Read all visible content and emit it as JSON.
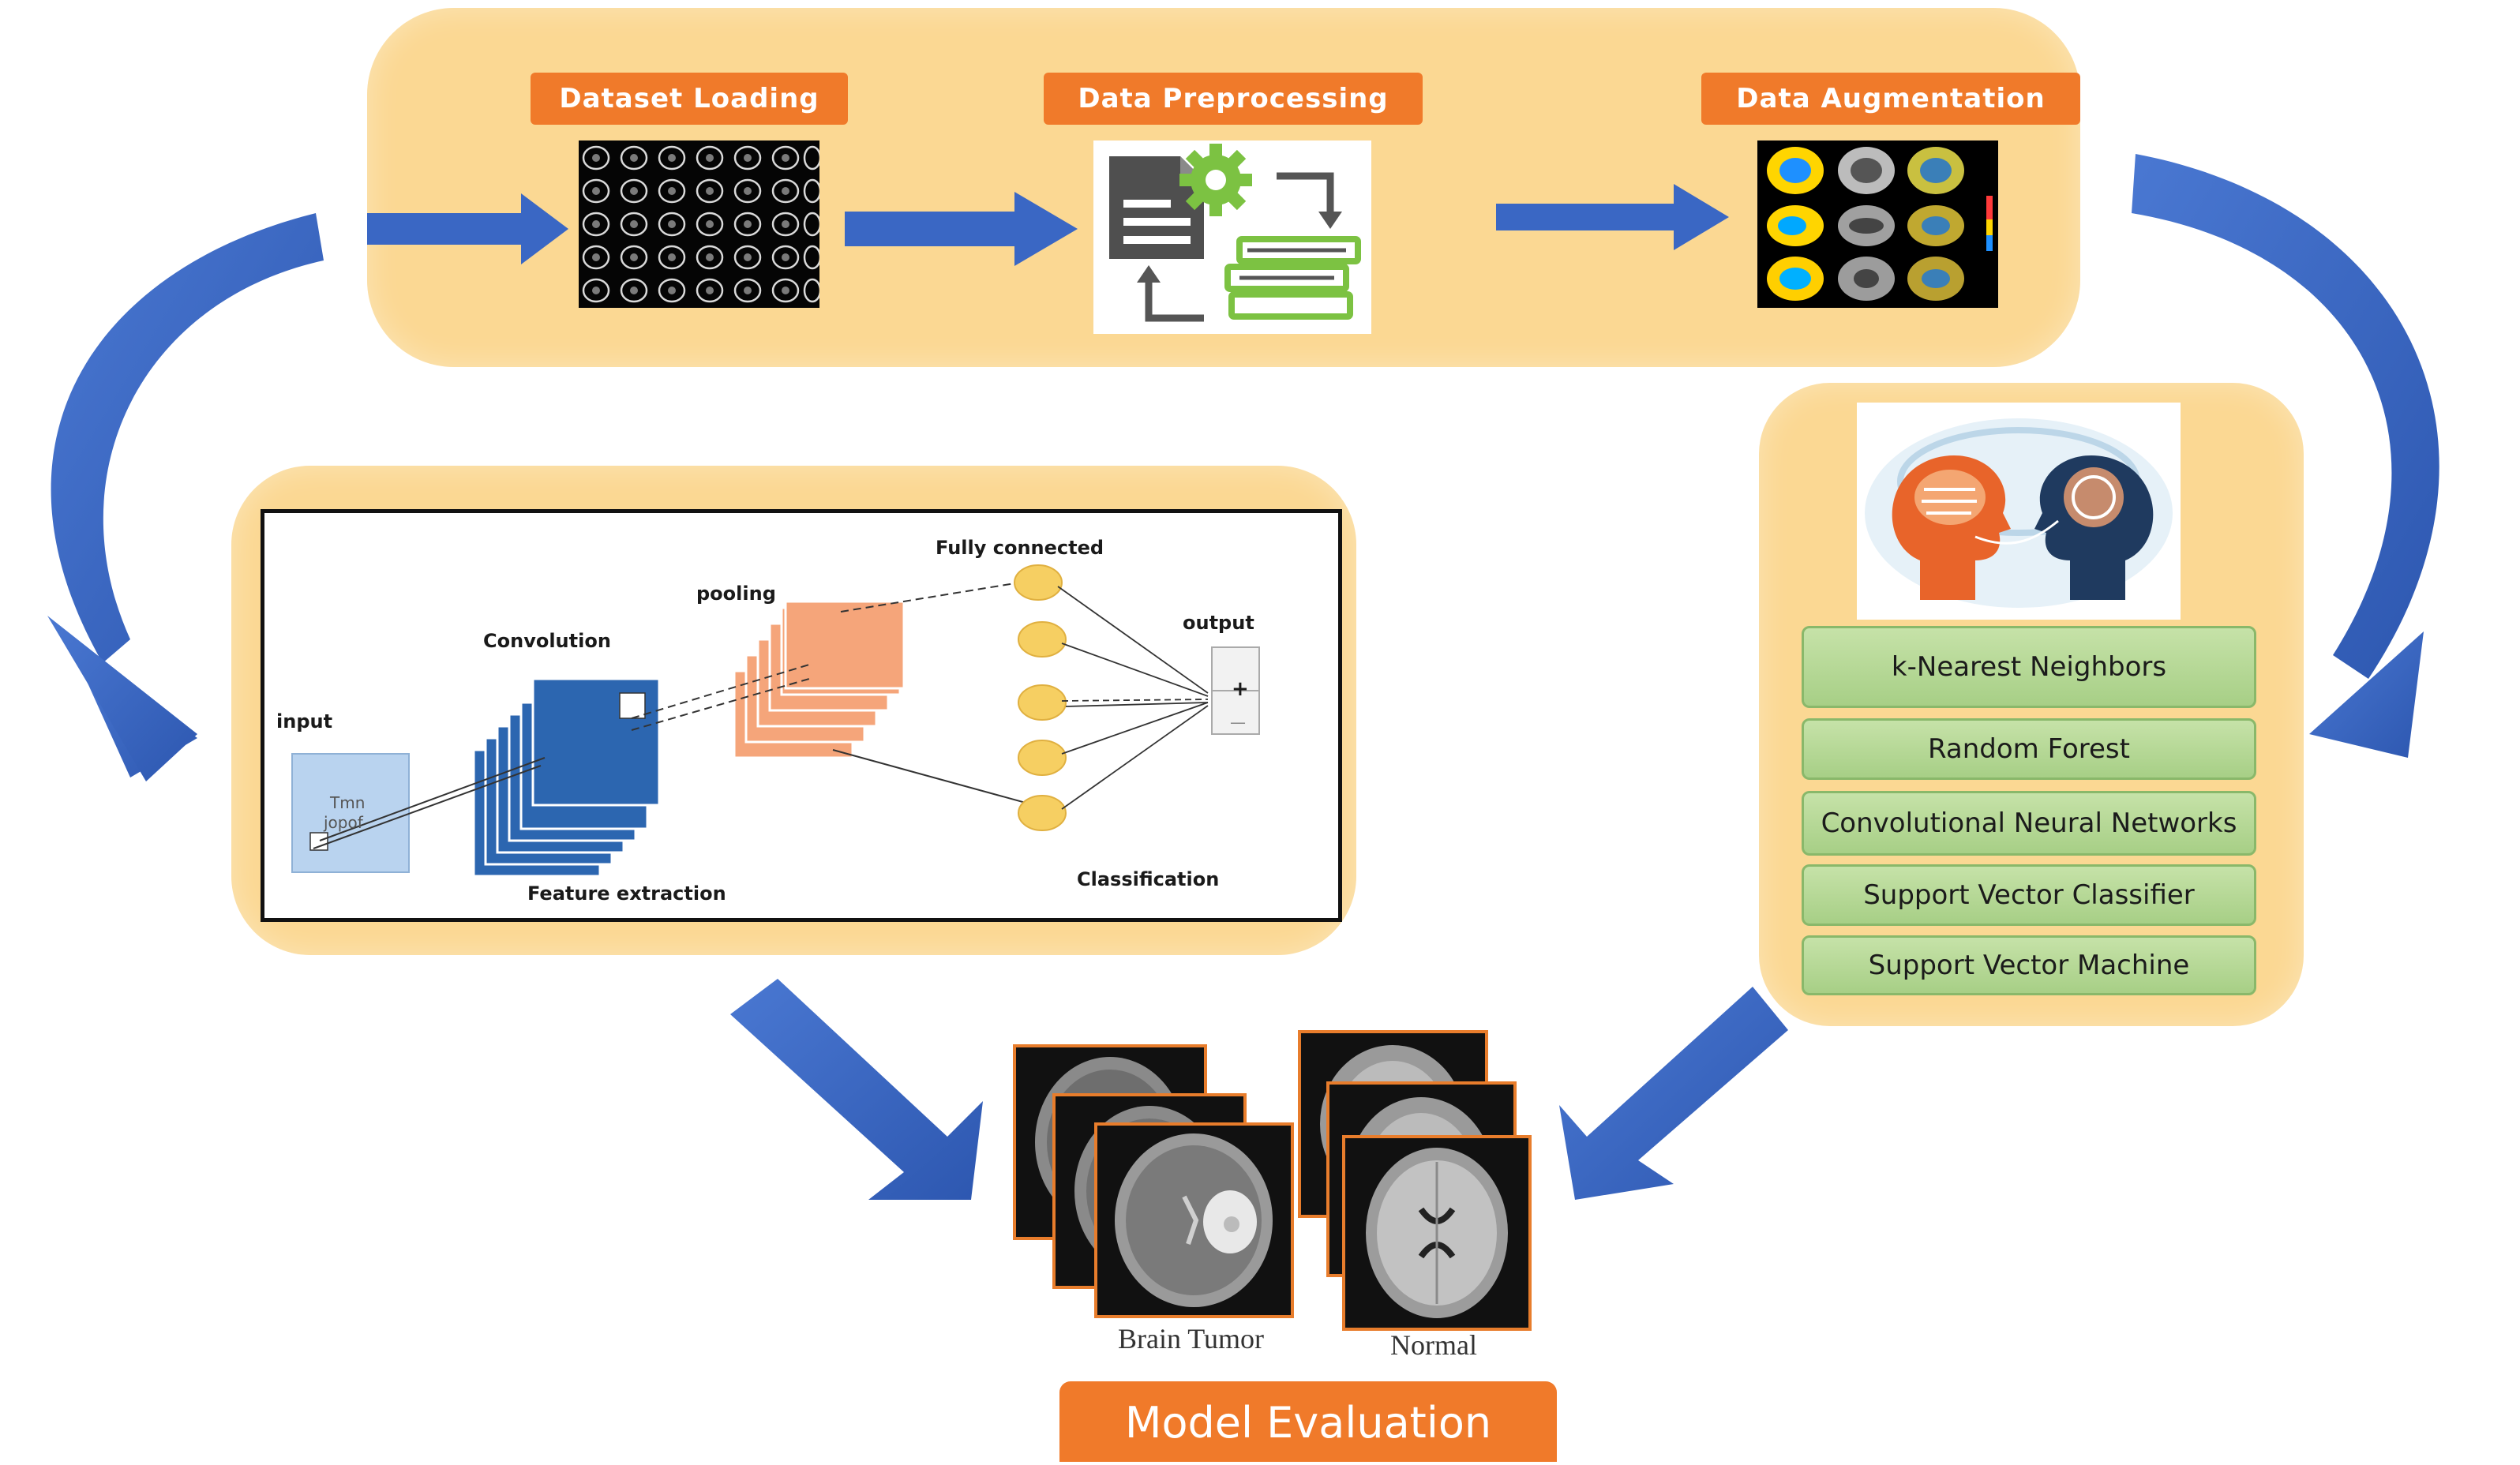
{
  "pipeline": {
    "dataset_loading": "Dataset Loading",
    "data_preprocessing": "Data Preprocessing",
    "data_augmentation": "Data Augmentation"
  },
  "cnn": {
    "input": "input",
    "input_inner_1": "Tmn",
    "input_inner_2": "jopof",
    "convolution": "Convolution",
    "pooling": "pooling",
    "fully_connected": "Fully connected",
    "output": "output",
    "plus": "+",
    "minus": "—",
    "feature_extraction": "Feature extraction",
    "classification": "Classification"
  },
  "algorithms": [
    "k-Nearest Neighbors",
    "Random Forest",
    "Convolutional Neural Networks",
    "Support Vector Classifier",
    "Support Vector Machine"
  ],
  "evaluation": {
    "brain_tumor": "Brain Tumor",
    "normal": "Normal",
    "title": "Model Evaluation"
  },
  "colors": {
    "panel": "#fbd893",
    "tag": "#f07a2a",
    "arrow": "#3a67c4",
    "algo_fill": "#b7d996",
    "cnn_blue": "#2c66b0",
    "pool_orange": "#f5a57a",
    "neuron_yellow": "#f6cf62"
  }
}
